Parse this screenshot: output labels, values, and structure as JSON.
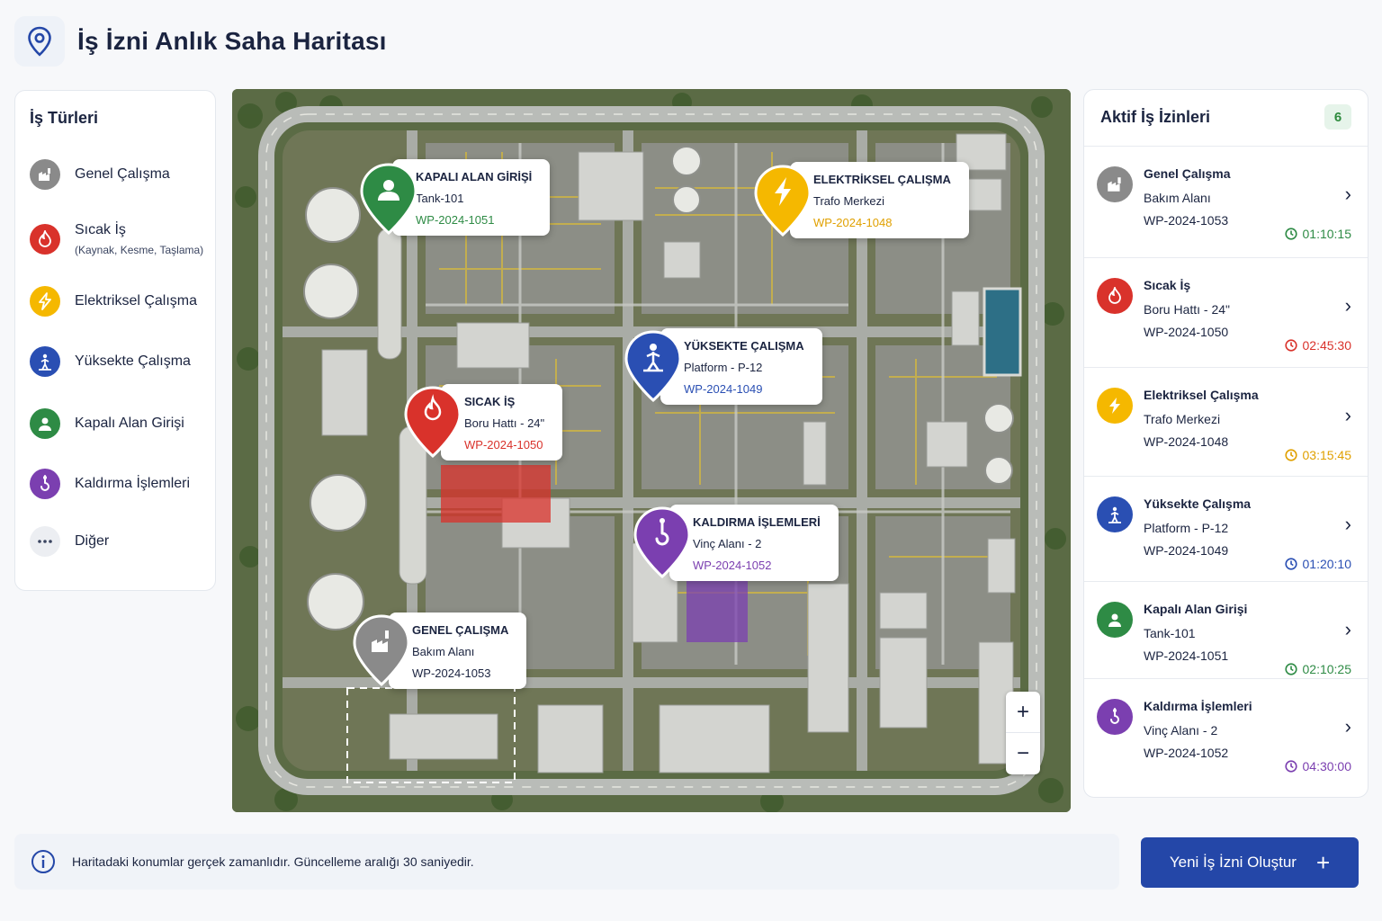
{
  "header": {
    "title": "İş İzni Anlık Saha Haritası",
    "icon": "map-pin-icon"
  },
  "left_panel": {
    "title": "İş Türleri",
    "items": [
      {
        "label": "Genel Çalışma",
        "sub": "",
        "icon": "building-icon",
        "color": "#8a8a8a"
      },
      {
        "label": "Sıcak İş",
        "sub": "(Kaynak, Kesme, Taşlama)",
        "icon": "flame-icon",
        "color": "#d9322b"
      },
      {
        "label": "Elektriksel Çalışma",
        "sub": "",
        "icon": "lightning-icon",
        "color": "#f5b800"
      },
      {
        "label": "Yüksekte Çalışma",
        "sub": "",
        "icon": "climber-icon",
        "color": "#2a4fb3"
      },
      {
        "label": "Kapalı Alan Girişi",
        "sub": "",
        "icon": "person-icon",
        "color": "#2e8b45"
      },
      {
        "label": "Kaldırma İşlemleri",
        "sub": "",
        "icon": "crane-hook-icon",
        "color": "#7b3fb0"
      },
      {
        "label": "Diğer",
        "sub": "",
        "icon": "more-icon",
        "color": "#eceef2"
      }
    ]
  },
  "map": {
    "callouts": [
      {
        "title": "KAPALI ALAN GİRİŞİ",
        "location": "Tank-101",
        "id": "WP-2024-1051",
        "color": "#2e8b45",
        "id_color": "#2e8b45"
      },
      {
        "title": "ELEKTRİKSEL ÇALIŞMA",
        "location": "Trafo Merkezi",
        "id": "WP-2024-1048",
        "color": "#f5b800",
        "id_color": "#e0a000"
      },
      {
        "title": "YÜKSEKTE ÇALIŞMA",
        "location": "Platform - P-12",
        "id": "WP-2024-1049",
        "color": "#2a4fb3",
        "id_color": "#2a4fb3"
      },
      {
        "title": "SICAK İŞ",
        "location": "Boru Hattı - 24\"",
        "id": "WP-2024-1050",
        "color": "#d9322b",
        "id_color": "#d9322b"
      },
      {
        "title": "KALDIRMA İŞLEMLERİ",
        "location": "Vinç Alanı - 2",
        "id": "WP-2024-1052",
        "color": "#7b3fb0",
        "id_color": "#7b3fb0"
      },
      {
        "title": "GENEL ÇALIŞMA",
        "location": "Bakım Alanı",
        "id": "WP-2024-1053",
        "color": "#8a8a8a",
        "id_color": "#1b2440"
      }
    ],
    "zoom_in": "+",
    "zoom_out": "−"
  },
  "right_panel": {
    "title": "Aktif İş İzinleri",
    "count": "6",
    "permits": [
      {
        "type": "Genel Çalışma",
        "location": "Bakım Alanı",
        "id": "WP-2024-1053",
        "timer": "01:10:15",
        "color": "#8a8a8a",
        "timer_color": "#2e8b45",
        "icon": "building-icon"
      },
      {
        "type": "Sıcak İş",
        "location": "Boru Hattı - 24\"",
        "id": "WP-2024-1050",
        "timer": "02:45:30",
        "color": "#d9322b",
        "timer_color": "#d9322b",
        "icon": "flame-icon"
      },
      {
        "type": "Elektriksel Çalışma",
        "location": "Trafo Merkezi",
        "id": "WP-2024-1048",
        "timer": "03:15:45",
        "color": "#f5b800",
        "timer_color": "#e0a000",
        "icon": "lightning-icon"
      },
      {
        "type": "Yüksekte Çalışma",
        "location": "Platform - P-12",
        "id": "WP-2024-1049",
        "timer": "01:20:10",
        "color": "#2a4fb3",
        "timer_color": "#2a4fb3",
        "icon": "climber-icon"
      },
      {
        "type": "Kapalı Alan Girişi",
        "location": "Tank-101",
        "id": "WP-2024-1051",
        "timer": "02:10:25",
        "color": "#2e8b45",
        "timer_color": "#2e8b45",
        "icon": "person-icon"
      },
      {
        "type": "Kaldırma İşlemleri",
        "location": "Vinç Alanı - 2",
        "id": "WP-2024-1052",
        "timer": "04:30:00",
        "color": "#7b3fb0",
        "timer_color": "#7b3fb0",
        "icon": "crane-hook-icon"
      }
    ]
  },
  "footer": {
    "info_text": "Haritadaki konumlar gerçek zamanlıdır. Güncelleme aralığı 30 saniyedir.",
    "button_label": "Yeni İş İzni Oluştur"
  }
}
